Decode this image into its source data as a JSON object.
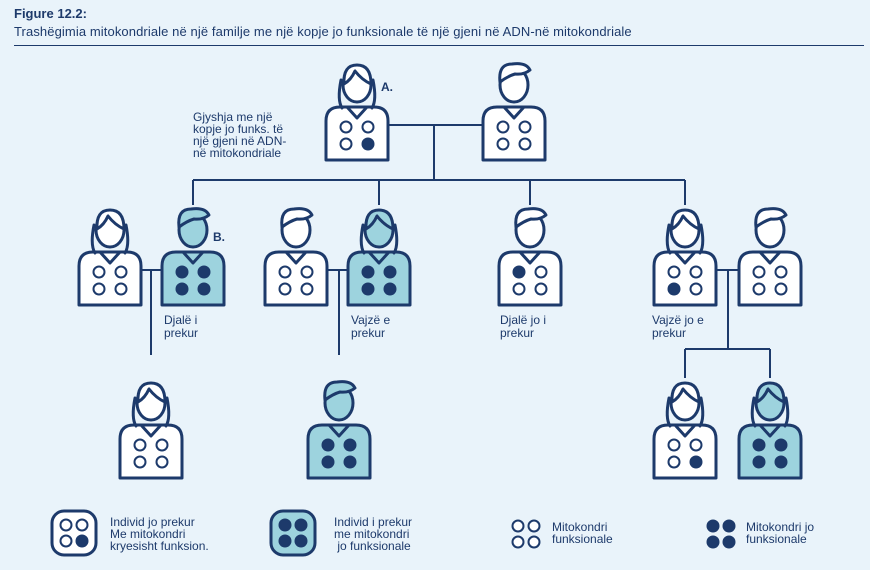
{
  "header": {
    "figure_label": "Figure 12.2:",
    "caption": "Trashëgimia  mitokondriale në një familje me një kopje jo funksionale të një gjeni në ADN-në  mitokondriale"
  },
  "colors": {
    "background": "#e9f3fa",
    "outline": "#1d3a6b",
    "affected_fill": "#9dd3de",
    "unaffected_fill": "#ffffff"
  },
  "annotations": {
    "grandmother_note": [
      "Gjyshja  me një",
      "kopje  jo funks.  të",
      "një  gjeni  në ADN-",
      "në  mitokondriale"
    ],
    "marker_a": "A.",
    "marker_b": "B."
  },
  "people": [
    {
      "id": "gen1-grandmother",
      "gender": "female",
      "affected": false,
      "dots": [
        0,
        0,
        0,
        1
      ]
    },
    {
      "id": "gen1-grandfather",
      "gender": "male",
      "affected": false,
      "dots": [
        0,
        0,
        0,
        0
      ]
    },
    {
      "id": "gen2-son-affected-wife",
      "gender": "female",
      "affected": false,
      "dots": [
        0,
        0,
        0,
        0
      ]
    },
    {
      "id": "gen2-son-affected",
      "gender": "male",
      "affected": true,
      "dots": [
        1,
        1,
        1,
        1
      ]
    },
    {
      "id": "gen2-daughter-affected-husband",
      "gender": "male",
      "affected": false,
      "dots": [
        0,
        0,
        0,
        0
      ]
    },
    {
      "id": "gen2-daughter-affected",
      "gender": "female",
      "affected": true,
      "dots": [
        1,
        1,
        1,
        1
      ]
    },
    {
      "id": "gen2-son-unaffected",
      "gender": "male",
      "affected": false,
      "dots": [
        1,
        0,
        0,
        0
      ]
    },
    {
      "id": "gen2-daughter-unaffected",
      "gender": "female",
      "affected": false,
      "dots": [
        0,
        0,
        1,
        0
      ]
    },
    {
      "id": "gen2-daughter-unaffected-husband",
      "gender": "male",
      "affected": false,
      "dots": [
        0,
        0,
        0,
        0
      ]
    },
    {
      "id": "gen3-son-affected-child",
      "gender": "female",
      "affected": false,
      "dots": [
        0,
        0,
        0,
        0
      ]
    },
    {
      "id": "gen3-daughter-affected-child",
      "gender": "male",
      "affected": true,
      "dots": [
        1,
        1,
        1,
        1
      ]
    },
    {
      "id": "gen3-daughter-unaffected-child1",
      "gender": "female",
      "affected": false,
      "dots": [
        0,
        0,
        0,
        1
      ]
    },
    {
      "id": "gen3-daughter-unaffected-child2",
      "gender": "female",
      "affected": true,
      "dots": [
        1,
        1,
        1,
        1
      ]
    }
  ],
  "person_labels": [
    {
      "for": "gen2-son-affected",
      "lines": [
        "Djalë  i",
        "prekur"
      ]
    },
    {
      "for": "gen2-daughter-affected",
      "lines": [
        "Vajzë  e",
        "prekur"
      ]
    },
    {
      "for": "gen2-son-unaffected",
      "lines": [
        "Djalë jo i",
        "prekur"
      ]
    },
    {
      "for": "gen2-daughter-unaffected",
      "lines": [
        "Vajzë jo e",
        "prekur"
      ]
    }
  ],
  "legend": [
    {
      "id": "unaffected-individual",
      "affected": false,
      "lines": [
        "Individ jo prekur",
        "Me mitokondri",
        "kryesisht  funksion."
      ]
    },
    {
      "id": "affected-individual",
      "affected": true,
      "lines": [
        "Individ  i prekur",
        "me mitokondri",
        " jo funksionale"
      ]
    },
    {
      "id": "functional-mito",
      "filled": false,
      "lines": [
        "Mitokondri",
        "funksionale"
      ]
    },
    {
      "id": "nonfunctional-mito",
      "filled": true,
      "lines": [
        "Mitokondri  jo",
        "funksionale"
      ]
    }
  ]
}
